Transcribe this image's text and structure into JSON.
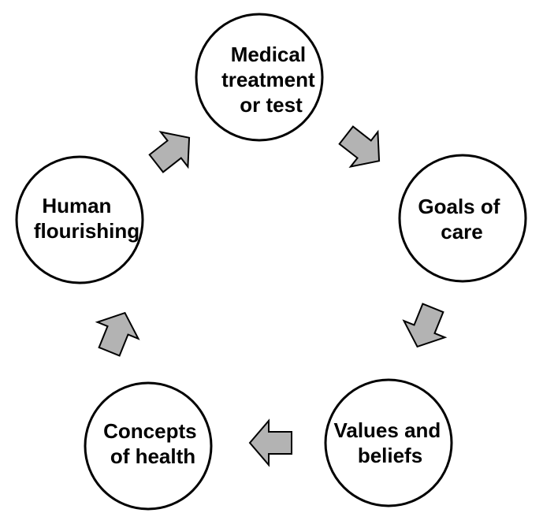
{
  "diagram": {
    "nodes": [
      {
        "id": "medical",
        "lines": [
          "Medical",
          "treatment",
          "or test"
        ]
      },
      {
        "id": "goals",
        "lines": [
          "Goals of",
          "care"
        ]
      },
      {
        "id": "values",
        "lines": [
          "Values and",
          "beliefs"
        ]
      },
      {
        "id": "concepts",
        "lines": [
          "Concepts",
          "of health"
        ]
      },
      {
        "id": "human",
        "lines": [
          "Human",
          "flourishing"
        ]
      }
    ],
    "flow": [
      "medical",
      "goals",
      "values",
      "concepts",
      "human",
      "medical"
    ],
    "colors": {
      "circle_fill": "#ffffff",
      "circle_stroke": "#000000",
      "arrow_fill": "#b3b3b3",
      "arrow_stroke": "#000000"
    }
  }
}
